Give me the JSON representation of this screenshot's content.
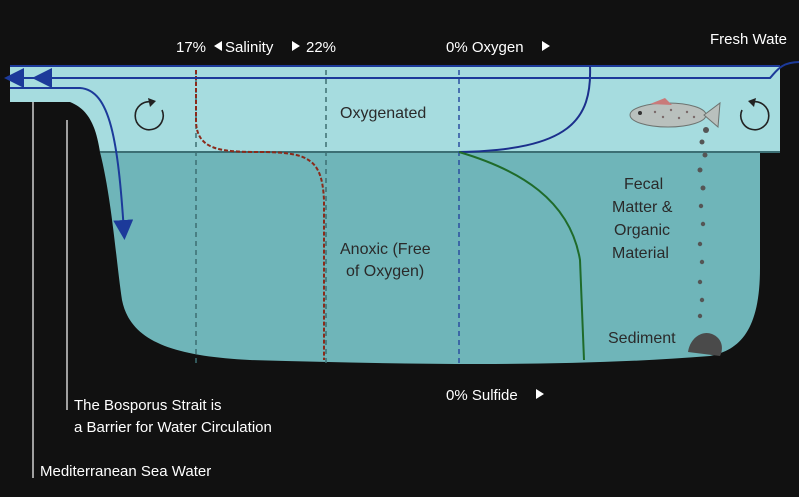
{
  "labels": {
    "salinity_low": "17%",
    "salinity_word": "Salinity",
    "salinity_high": "22%",
    "oxygen_top": "0% Oxygen",
    "fresh_water": "Fresh Wate",
    "oxygenated": "Oxygenated",
    "anoxic_line1": "Anoxic (Free",
    "anoxic_line2": "of Oxygen)",
    "fecal_line1": "Fecal",
    "fecal_line2": "Matter &",
    "fecal_line3": "Organic",
    "fecal_line4": "Material",
    "sediment": "Sediment",
    "sulfide": "0% Sulfide",
    "bosporus_line1": "The Bosporus Strait is",
    "bosporus_line2": "a Barrier for Water Circulation",
    "mediterranean": "Mediterranean Sea Water"
  },
  "colors": {
    "background": "#111111",
    "upper_water": "#a6dcdf",
    "lower_water": "#6fb5b9",
    "text_dark": "#2a2a2a",
    "arrow_blue": "#1c3a9a",
    "oxygen_curve": "#1b2f8c",
    "sulfide_curve": "#1f6b2a",
    "salinity_curve": "#8b2a1a",
    "sediment": "#4a4a4a"
  },
  "icons": {
    "fish": "fish-icon",
    "rotation_left": "counterclockwise-arrow-icon",
    "rotation_right": "clockwise-arrow-icon"
  }
}
